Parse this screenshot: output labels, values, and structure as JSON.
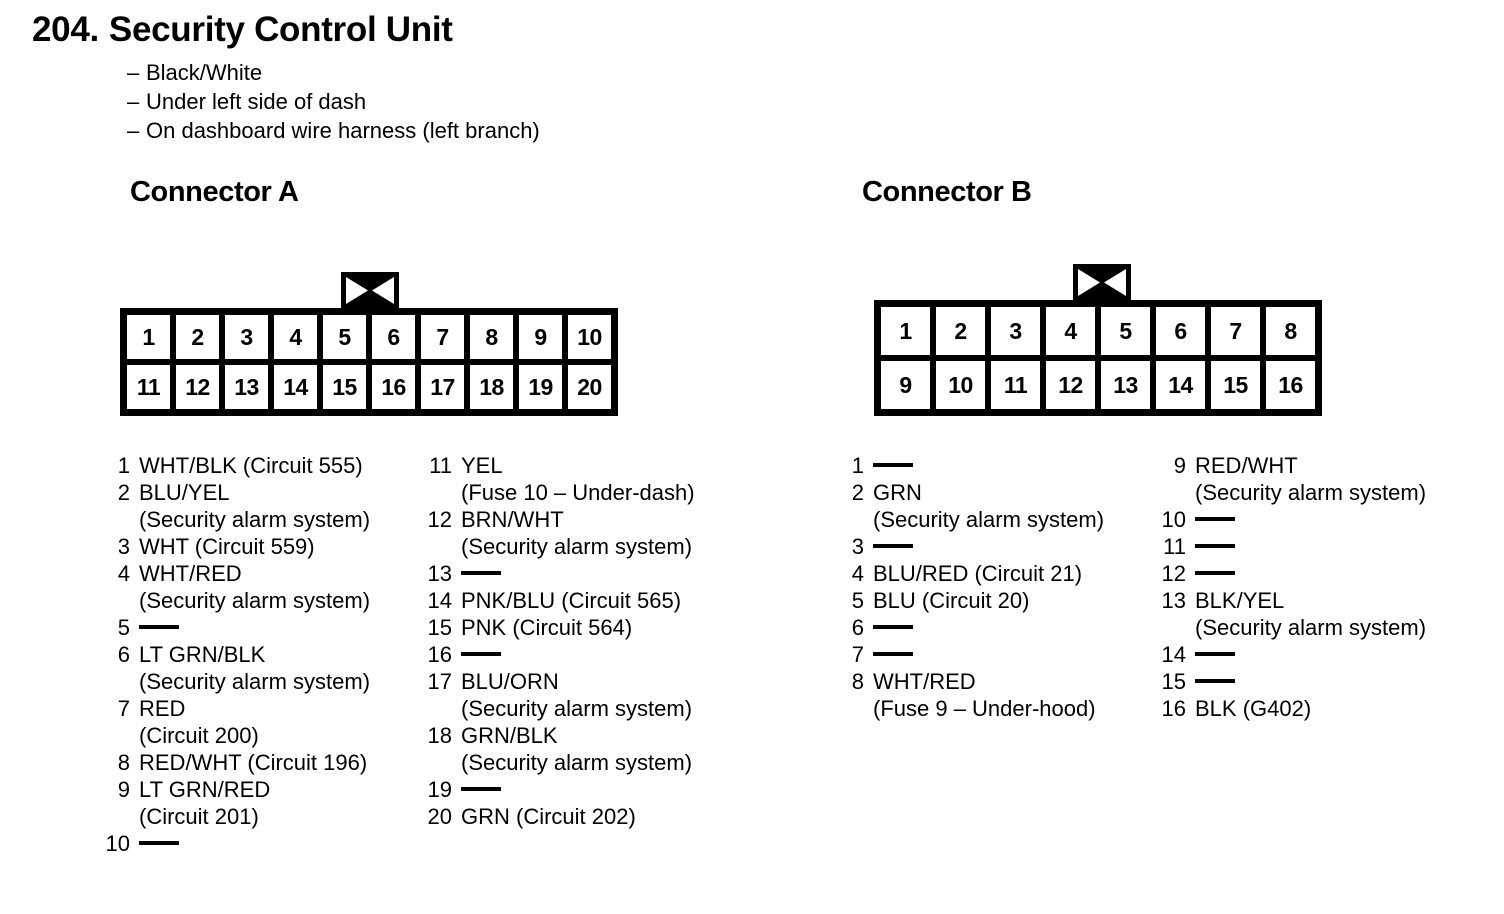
{
  "header": {
    "number": "204.",
    "title": "Security Control Unit",
    "bullets": [
      "Black/White",
      "Under left side of dash",
      "On dashboard wire harness (left branch)"
    ],
    "bullet_dash": "–"
  },
  "connector_a": {
    "heading": "Connector A",
    "rows": [
      [
        "1",
        "2",
        "3",
        "4",
        "5",
        "6",
        "7",
        "8",
        "9",
        "10"
      ],
      [
        "11",
        "12",
        "13",
        "14",
        "15",
        "16",
        "17",
        "18",
        "19",
        "20"
      ]
    ],
    "latch_icon": "bowtie-latch-icon",
    "pins_left": [
      {
        "num": "1",
        "desc": "WHT/BLK (Circuit 555)",
        "sub": ""
      },
      {
        "num": "2",
        "desc": "BLU/YEL",
        "sub": "(Security alarm system)"
      },
      {
        "num": "3",
        "desc": "WHT (Circuit 559)",
        "sub": ""
      },
      {
        "num": "4",
        "desc": "WHT/RED",
        "sub": "(Security alarm system)"
      },
      {
        "num": "5",
        "desc": "",
        "sub": ""
      },
      {
        "num": "6",
        "desc": "LT GRN/BLK",
        "sub": "(Security alarm system)"
      },
      {
        "num": "7",
        "desc": "RED",
        "sub": "(Circuit 200)"
      },
      {
        "num": "8",
        "desc": "RED/WHT (Circuit 196)",
        "sub": ""
      },
      {
        "num": "9",
        "desc": "LT GRN/RED",
        "sub": "(Circuit 201)"
      },
      {
        "num": "10",
        "desc": "",
        "sub": ""
      }
    ],
    "pins_right": [
      {
        "num": "11",
        "desc": "YEL",
        "sub": "(Fuse 10 – Under-dash)"
      },
      {
        "num": "12",
        "desc": "BRN/WHT",
        "sub": "(Security alarm system)"
      },
      {
        "num": "13",
        "desc": "",
        "sub": ""
      },
      {
        "num": "14",
        "desc": "PNK/BLU (Circuit 565)",
        "sub": ""
      },
      {
        "num": "15",
        "desc": "PNK (Circuit 564)",
        "sub": ""
      },
      {
        "num": "16",
        "desc": "",
        "sub": ""
      },
      {
        "num": "17",
        "desc": "BLU/ORN",
        "sub": "(Security alarm system)"
      },
      {
        "num": "18",
        "desc": "GRN/BLK",
        "sub": "(Security alarm system)"
      },
      {
        "num": "19",
        "desc": "",
        "sub": ""
      },
      {
        "num": "20",
        "desc": "GRN (Circuit 202)",
        "sub": ""
      }
    ]
  },
  "connector_b": {
    "heading": "Connector B",
    "rows": [
      [
        "1",
        "2",
        "3",
        "4",
        "5",
        "6",
        "7",
        "8"
      ],
      [
        "9",
        "10",
        "11",
        "12",
        "13",
        "14",
        "15",
        "16"
      ]
    ],
    "latch_icon": "bowtie-latch-icon",
    "pins_left": [
      {
        "num": "1",
        "desc": "",
        "sub": ""
      },
      {
        "num": "2",
        "desc": "GRN",
        "sub": "(Security alarm system)"
      },
      {
        "num": "3",
        "desc": "",
        "sub": ""
      },
      {
        "num": "4",
        "desc": "BLU/RED (Circuit 21)",
        "sub": ""
      },
      {
        "num": "5",
        "desc": "BLU (Circuit 20)",
        "sub": ""
      },
      {
        "num": "6",
        "desc": "",
        "sub": ""
      },
      {
        "num": "7",
        "desc": "",
        "sub": ""
      },
      {
        "num": "8",
        "desc": "WHT/RED",
        "sub": "(Fuse 9 – Under-hood)"
      }
    ],
    "pins_right": [
      {
        "num": "9",
        "desc": "RED/WHT",
        "sub": "(Security alarm system)"
      },
      {
        "num": "10",
        "desc": "",
        "sub": ""
      },
      {
        "num": "11",
        "desc": "",
        "sub": ""
      },
      {
        "num": "12",
        "desc": "",
        "sub": ""
      },
      {
        "num": "13",
        "desc": "BLK/YEL",
        "sub": "(Security alarm system)"
      },
      {
        "num": "14",
        "desc": "",
        "sub": ""
      },
      {
        "num": "15",
        "desc": "",
        "sub": ""
      },
      {
        "num": "16",
        "desc": "BLK (G402)",
        "sub": ""
      }
    ]
  },
  "colors": {
    "ink": "#000000",
    "paper": "#ffffff"
  }
}
